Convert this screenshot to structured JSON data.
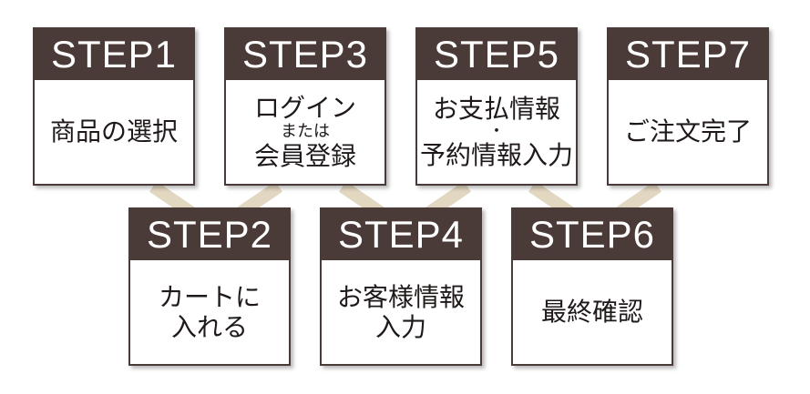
{
  "steps": [
    {
      "head": "STEP1",
      "lines": [
        "商品の選択"
      ]
    },
    {
      "head": "STEP2",
      "lines": [
        "カートに",
        "入れる"
      ]
    },
    {
      "head": "STEP3",
      "lines": [
        "ログイン",
        "または",
        "会員登録"
      ]
    },
    {
      "head": "STEP4",
      "lines": [
        "お客様情報",
        "入力"
      ]
    },
    {
      "head": "STEP5",
      "lines": [
        "お支払情報",
        "・",
        "予約情報入力"
      ]
    },
    {
      "head": "STEP6",
      "lines": [
        "最終確認"
      ]
    },
    {
      "head": "STEP7",
      "lines": [
        "ご注文完了"
      ]
    }
  ],
  "colors": {
    "header": "#4a3b38",
    "connector": "#e2d7c1"
  }
}
